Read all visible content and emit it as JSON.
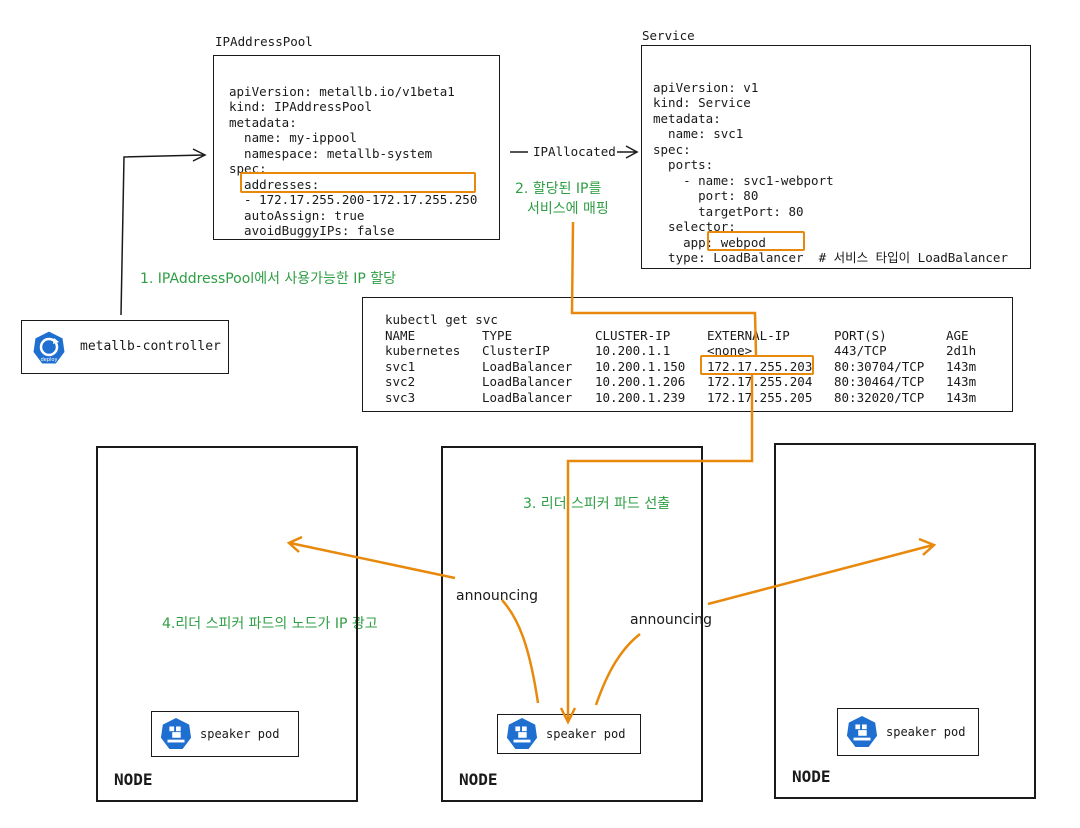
{
  "ipaddresspool": {
    "title": "IPAddressPool",
    "lines": [
      "apiVersion: metallb.io/v1beta1",
      "kind: IPAddressPool",
      "metadata:",
      "  name: my-ippool",
      "  namespace: metallb-system",
      "spec:",
      "  addresses:",
      "  - 172.17.255.200-172.17.255.250",
      "  autoAssign: true",
      "  avoidBuggyIPs: false"
    ]
  },
  "service": {
    "title": "Service",
    "lines": [
      "apiVersion: v1",
      "kind: Service",
      "metadata:",
      "  name: svc1",
      "spec:",
      "  ports:",
      "    - name: svc1-webport",
      "      port: 80",
      "      targetPort: 80",
      "  selector:",
      "    app: webpod",
      "  type: LoadBalancer  # 서비스 타입이 LoadBalancer"
    ]
  },
  "arrow_label": "IPAllocated",
  "controller": {
    "label": "metallb-controller",
    "icon": "deploy-icon"
  },
  "steps": {
    "step1": "1. IPAddressPool에서 사용가능한 IP 할당",
    "step2_line1": "2. 할당된 IP를",
    "step2_line2": "서비스에 매핑",
    "step3": "3. 리더 스피커 파드 선출",
    "step4": "4.리더 스피커 파드의 노드가 IP 광고"
  },
  "kubectl": {
    "command": "kubectl get svc",
    "headers": [
      "NAME",
      "TYPE",
      "CLUSTER-IP",
      "EXTERNAL-IP",
      "PORT(S)",
      "AGE"
    ],
    "rows": [
      [
        "kubernetes",
        "ClusterIP",
        "10.200.1.1",
        "<none>",
        "443/TCP",
        "2d1h"
      ],
      [
        "svc1",
        "LoadBalancer",
        "10.200.1.150",
        "172.17.255.203",
        "80:30704/TCP",
        "143m"
      ],
      [
        "svc2",
        "LoadBalancer",
        "10.200.1.206",
        "172.17.255.204",
        "80:30464/TCP",
        "143m"
      ],
      [
        "svc3",
        "LoadBalancer",
        "10.200.1.239",
        "172.17.255.205",
        "80:32020/TCP",
        "143m"
      ]
    ]
  },
  "nodes": [
    {
      "label": "NODE",
      "pod": "speaker pod"
    },
    {
      "label": "NODE",
      "pod": "speaker pod"
    },
    {
      "label": "NODE",
      "pod": "speaker pod"
    }
  ],
  "announce": [
    "announcing",
    "announcing"
  ],
  "colors": {
    "accent": "#e8890c",
    "step_text": "#2f9e44",
    "icon": "#1f6fd1"
  }
}
